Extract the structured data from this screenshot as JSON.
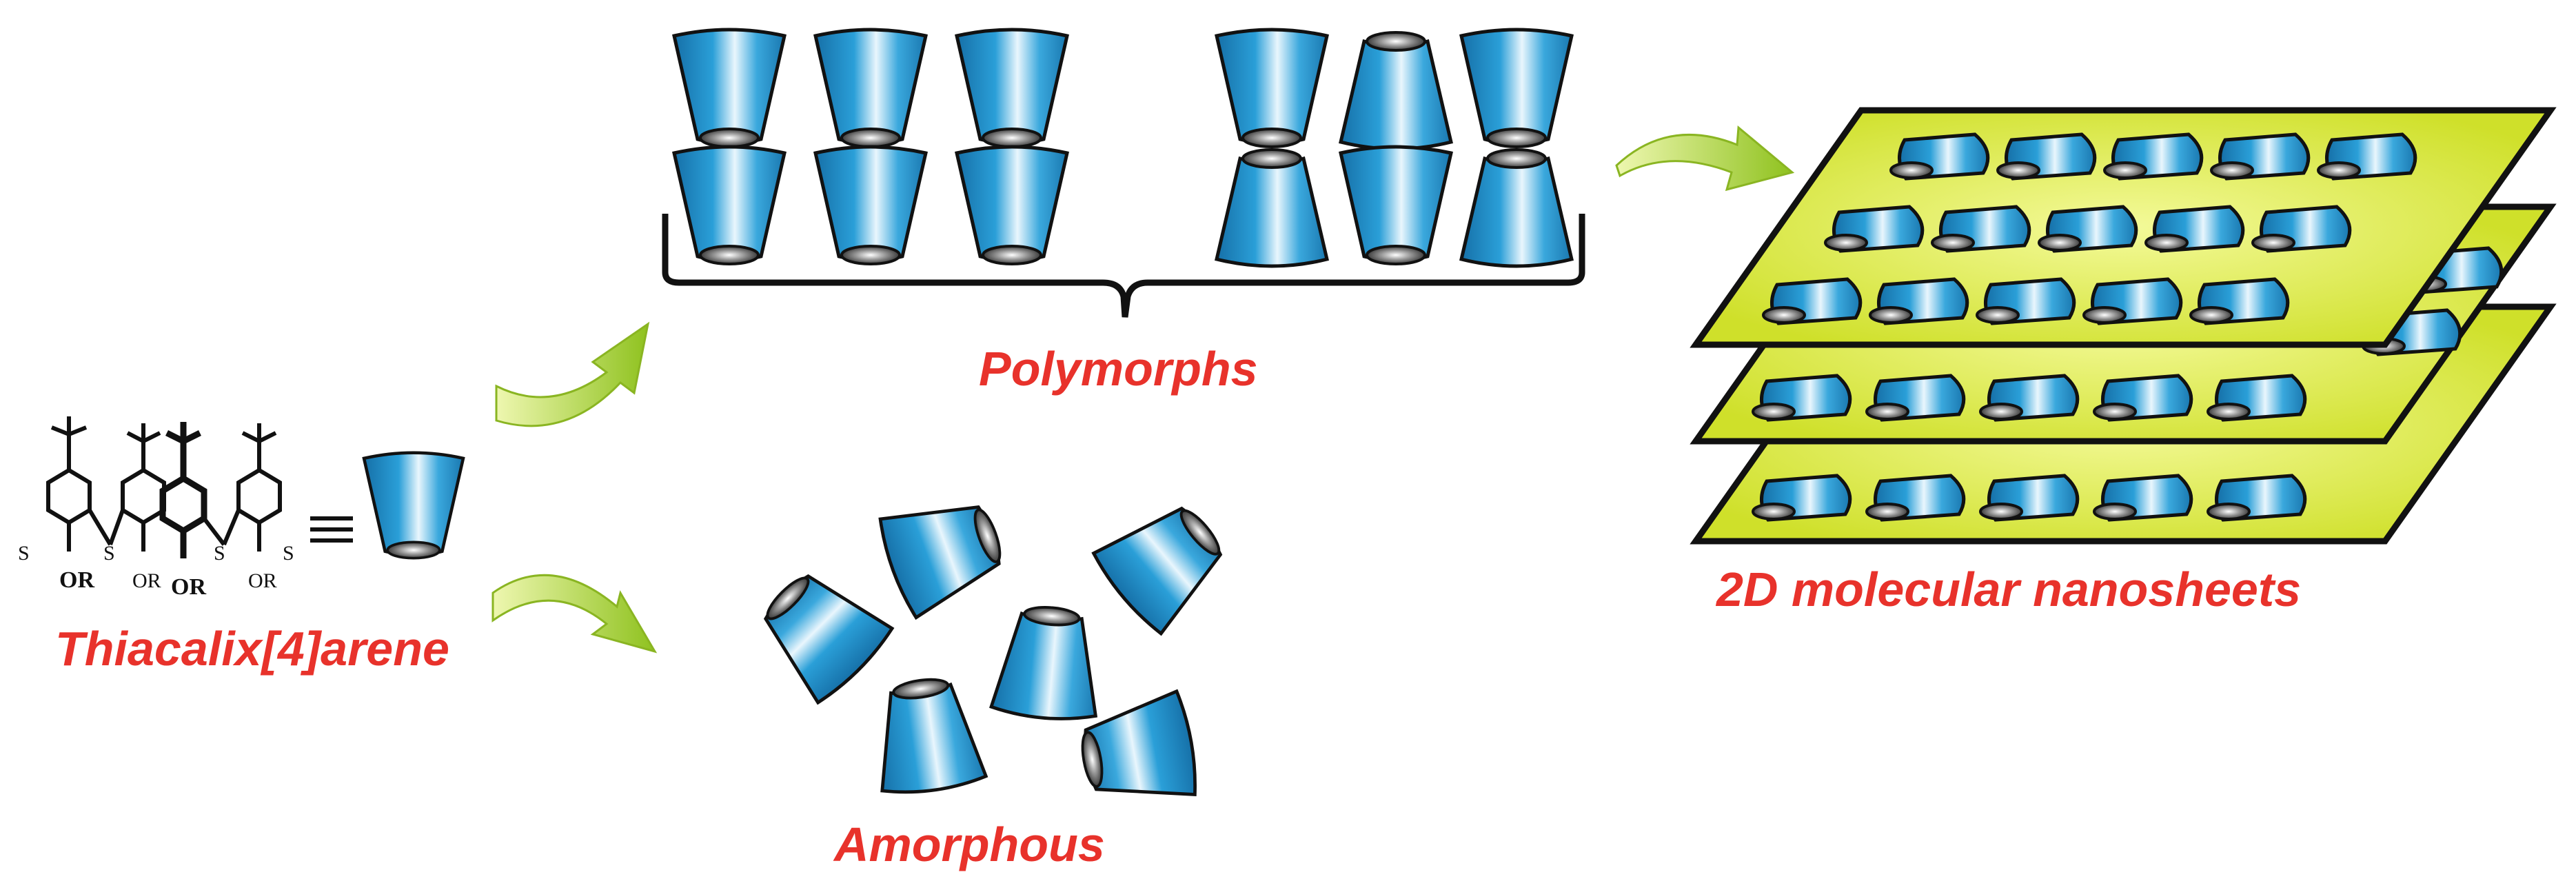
{
  "labels": {
    "thiacalixarene": "Thiacalix[4]arene",
    "polymorphs": "Polymorphs",
    "amorphous": "Amorphous",
    "nanosheets": "2D molecular nanosheets"
  },
  "structure_text": {
    "sulfur": "S",
    "or_bold": "OR",
    "or_thin": "OR"
  },
  "colors": {
    "label_red": "#e8322b",
    "cone_blue": "#2a9fd8",
    "sheet_yellow": "#e2ef4a",
    "arrow_green": "#a7cf2c"
  }
}
